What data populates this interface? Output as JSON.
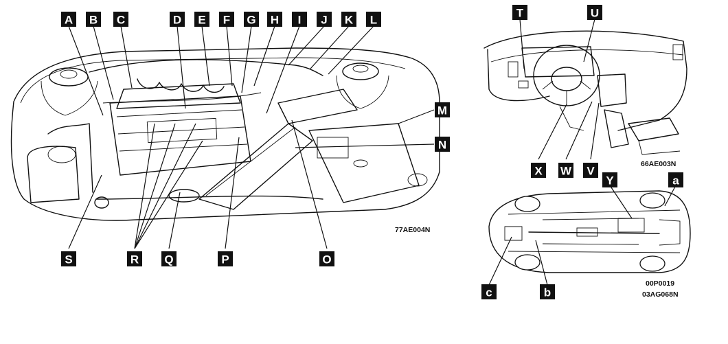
{
  "engine_bay": {
    "labels_top": [
      "A",
      "B",
      "C",
      "D",
      "E",
      "F",
      "G",
      "H",
      "I",
      "J",
      "K",
      "L"
    ],
    "labels_right": [
      "M",
      "N"
    ],
    "labels_bottom": [
      "S",
      "R",
      "Q",
      "P",
      "O"
    ],
    "figure_code": "77AE004N"
  },
  "dashboard": {
    "labels_top": [
      "T",
      "U"
    ],
    "labels_bottom": [
      "X",
      "W",
      "V"
    ],
    "figure_code": "66AE003N"
  },
  "underbody": {
    "labels_top": [
      "Y",
      "a"
    ],
    "labels_bottom": [
      "c",
      "b"
    ],
    "figure_code_1": "00P0019",
    "figure_code_2": "03AG068N"
  }
}
